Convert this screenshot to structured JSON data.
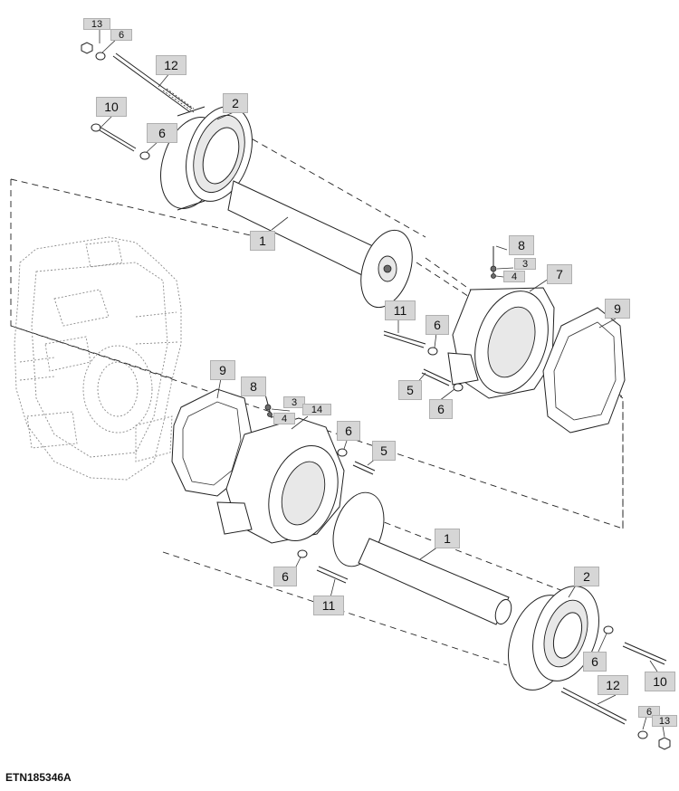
{
  "figure": {
    "id": "ETN185346A"
  },
  "callouts": {
    "c13_top": "13",
    "c6_top": "6",
    "c12_top": "12",
    "c10_top": "10",
    "c6_b": "6",
    "c2_top": "2",
    "c1_top": "1",
    "c8_right": "8",
    "c3_right": "3",
    "c4_right": "4",
    "c7": "7",
    "c9_right": "9",
    "c11_mid": "11",
    "c6_mid": "6",
    "c5_right": "5",
    "c6_right_low": "6",
    "c9_left": "9",
    "c8_left": "8",
    "c3_left": "3",
    "c14": "14",
    "c4_left": "4",
    "c6_left_mid": "6",
    "c5_left": "5",
    "c1_bottom": "1",
    "c6_bottom_left": "6",
    "c11_bottom": "11",
    "c2_bottom": "2",
    "c6_bottom_right": "6",
    "c10_bottom": "10",
    "c12_bottom": "12",
    "c6_bottom_small": "6",
    "c13_bottom": "13"
  },
  "colors": {
    "callout_fill": "#d6d6d6",
    "line": "#222222",
    "ghost": "#8a8a8a"
  }
}
